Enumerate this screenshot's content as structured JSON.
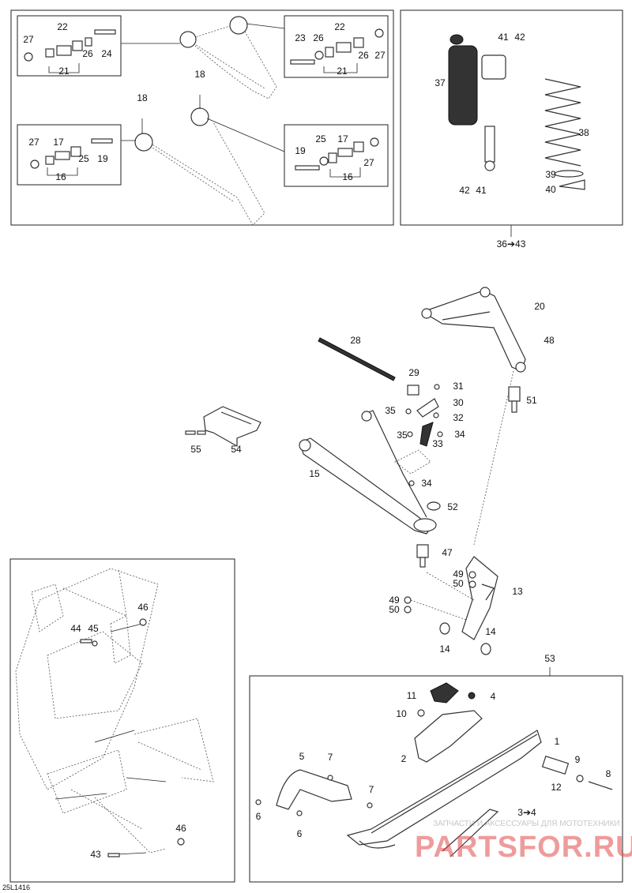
{
  "diagram": {
    "reference_code": "25L1416",
    "group_labels": {
      "shock_kit": "36➔43",
      "ski_kit": "53",
      "runner_ref": "3➔4"
    },
    "callouts": {
      "c27a": "27",
      "c22a": "22",
      "c26a": "26",
      "c24": "24",
      "c21a": "21",
      "c23": "23",
      "c26b": "26",
      "c22b": "22",
      "c27b": "27",
      "c21b": "21",
      "c18a": "18",
      "c18b": "18",
      "c27c": "27",
      "c17a": "17",
      "c25a": "25",
      "c19a": "19",
      "c16a": "16",
      "c19b": "19",
      "c25b": "25",
      "c17b": "17",
      "c27d": "27",
      "c16b": "16",
      "c41a": "41",
      "c42a": "42",
      "c37": "37",
      "c38": "38",
      "c39": "39",
      "c40": "40",
      "c42b": "42",
      "c41b": "41",
      "c20": "20",
      "c48": "48",
      "c28": "28",
      "c29": "29",
      "c31": "31",
      "c30": "30",
      "c32": "32",
      "c35a": "35",
      "c35b": "35",
      "c34a": "34",
      "c33": "33",
      "c34b": "34",
      "c15": "15",
      "c52": "52",
      "c51": "51",
      "c47": "47",
      "c49a": "49",
      "c50a": "50",
      "c13": "13",
      "c49b": "49",
      "c50b": "50",
      "c14a": "14",
      "c14b": "14",
      "c54": "54",
      "c55": "55",
      "c46a": "46",
      "c44": "44",
      "c45": "45",
      "c46b": "46",
      "c43": "43",
      "c11": "11",
      "c4": "4",
      "c10": "10",
      "c1": "1",
      "c2": "2",
      "c9": "9",
      "c8": "8",
      "c12": "12",
      "c5": "5",
      "c7a": "7",
      "c7b": "7",
      "c6a": "6",
      "c6b": "6"
    },
    "watermark": {
      "line1": "ЗАПЧАСТИ И АКСЕССУАРЫ ДЛЯ МОТОТЕХНИКИ",
      "line2": "PARTSFOR.RU"
    }
  }
}
